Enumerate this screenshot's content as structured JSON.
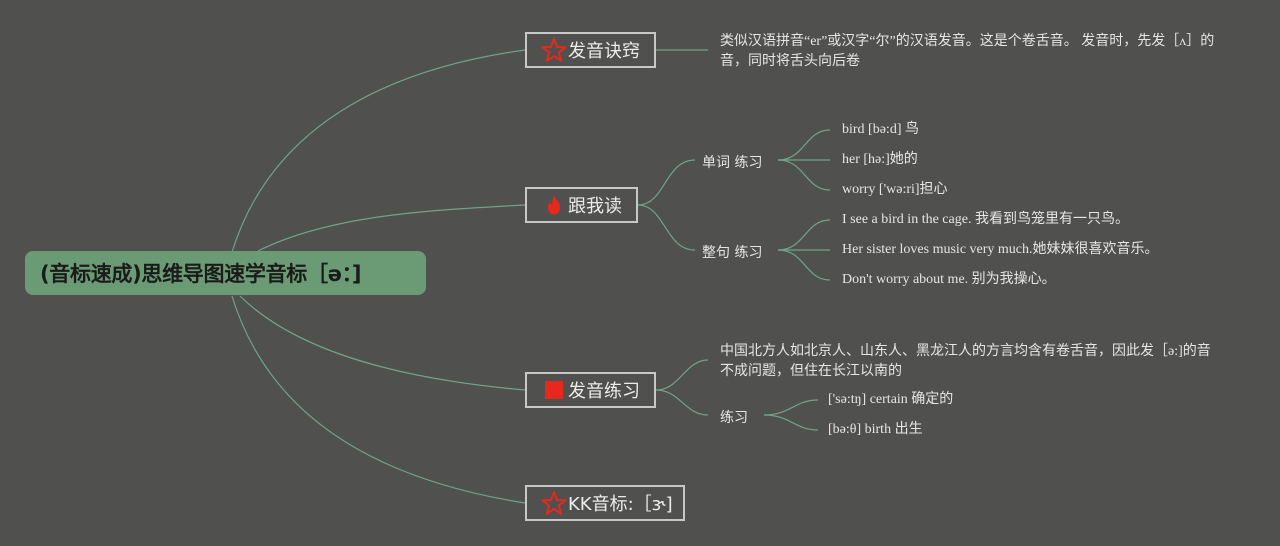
{
  "root": {
    "title": "(音标速成)思维导图速学音标［ə：]"
  },
  "colors": {
    "background": "#50504e",
    "root_fill": "#6a9b74",
    "link": "#6fa38a",
    "icon_red": "#e8281c",
    "border": "#c8c8c8"
  },
  "branches": [
    {
      "label": "发音诀窍",
      "icon": "star-outline-icon",
      "text": "类似汉语拼音“er”或汉字“尔”的汉语发音。这是个卷舌音。 发音时，先发［ʌ］的音，同时将舌头向后卷"
    },
    {
      "label": "跟我读",
      "icon": "flame-icon",
      "groups": [
        {
          "label": "单词 练习",
          "items": [
            "bird [bə:d] 鸟",
            "her [hə:]她的",
            "worry ['wə:ri]担心"
          ]
        },
        {
          "label": "整句 练习",
          "items": [
            "I see a bird in the cage. 我看到鸟笼里有一只鸟。",
            "Her sister loves music very much.她妹妹很喜欢音乐。",
            "Don't worry about me. 别为我操心。"
          ]
        }
      ]
    },
    {
      "label": "发音练习",
      "icon": "square-icon",
      "text": "中国北方人如北京人、山东人、黑龙江人的方言均含有卷舌音，因此发［ə:]的音不成问题，但住在长江以南的",
      "group": {
        "label": "练习",
        "items": [
          "['sə:tŋ] certain 确定的",
          "[bə:θ] birth 出生"
        ]
      }
    },
    {
      "label": "KK音标:［ɝ]",
      "icon": "star-outline-icon"
    }
  ]
}
